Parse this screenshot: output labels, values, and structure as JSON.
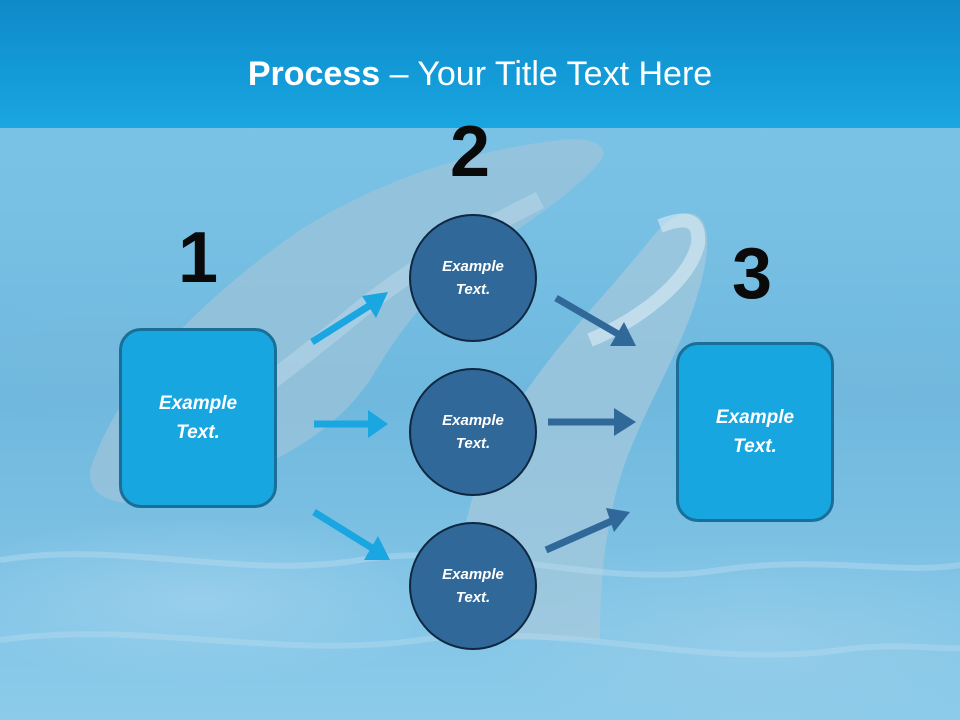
{
  "title": {
    "strong": "Process",
    "rest": " – Your Title Text Here"
  },
  "steps": {
    "one": {
      "number": "1",
      "label_line1": "Example",
      "label_line2": "Text."
    },
    "two": {
      "number": "2",
      "nodes": [
        {
          "label_line1": "Example",
          "label_line2": "Text."
        },
        {
          "label_line1": "Example",
          "label_line2": "Text."
        },
        {
          "label_line1": "Example",
          "label_line2": "Text."
        }
      ]
    },
    "three": {
      "number": "3",
      "label_line1": "Example",
      "label_line2": "Text."
    }
  },
  "colors": {
    "title_band": "#139bd8",
    "box_fill": "#18a6e0",
    "circle_fill": "#2f6899",
    "arrow_light": "#1aa6e0",
    "arrow_dark": "#2f6899"
  },
  "background": {
    "subject": "dolphin-photo"
  }
}
